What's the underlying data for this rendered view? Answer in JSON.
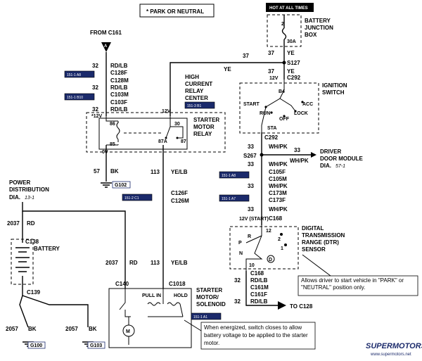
{
  "header": {
    "park_neutral": "* PARK OR NEUTRAL",
    "hot_at_all_times": "HOT AT ALL TIMES",
    "from_c161": "FROM C161",
    "connector_a_top": "A",
    "connector_a_bottom": "A"
  },
  "components": {
    "battery_junction_box": [
      "BATTERY",
      "JUNCTION",
      "BOX"
    ],
    "bjb_fuse_pin": "2",
    "bjb_fuse_rating": "30A",
    "high_current_relay_center": [
      "HIGH",
      "CURRENT",
      "RELAY",
      "CENTER"
    ],
    "starter_motor_relay": [
      "STARTER",
      "MOTOR",
      "RELAY"
    ],
    "ignition_switch": [
      "IGNITION",
      "SWITCH"
    ],
    "driver_door_module": [
      "DRIVER",
      "DOOR MODULE"
    ],
    "driver_door_module_dia": "DIA.",
    "driver_door_module_ref": "57-1",
    "dtr_sensor": [
      "DIGITAL",
      "TRANSMISSION",
      "RANGE (DTR)",
      "SENSOR"
    ],
    "power_distribution": [
      "POWER",
      "DISTRIBUTION"
    ],
    "power_distribution_dia": "DIA.",
    "power_distribution_ref": "13-1",
    "battery": "BATTERY",
    "starter_solenoid": [
      "STARTER",
      "MOTOR/",
      "SOLENOID"
    ],
    "to_c128": "TO C128"
  },
  "relay_pins": {
    "p86": "86",
    "p85": "85",
    "p30": "30",
    "p87a": "87A",
    "p87": "87",
    "relay_12v": "12V",
    "relay_0v": "0V",
    "relay_12v_top": "*12V"
  },
  "ignition": {
    "b4": "B4",
    "start": "START",
    "run": "RUN",
    "acc": "ACC",
    "lock": "LOCK",
    "off": "OFF",
    "sta": "STA",
    "v12": "12V",
    "start12": "12V (START)"
  },
  "dtr": {
    "p12": "12",
    "p10": "10",
    "p": "P",
    "r": "R",
    "n": "N",
    "d": "D",
    "v2": "2",
    "v1": "1"
  },
  "solenoid": {
    "pull_in": "PULL IN",
    "hold": "HOLD",
    "motor": "M"
  },
  "wires": {
    "w37_ye_top": {
      "circuit": "37",
      "color": "YE"
    },
    "w37_ye_horizontal": {
      "circuit": "37",
      "color": "YE"
    },
    "w37_ye_right": {
      "circuit": "37",
      "color": "YE"
    },
    "w32_a": {
      "circuit": "32",
      "color": "RD/LB"
    },
    "w32_b": {
      "circuit": "32",
      "color": "RD/LB"
    },
    "w32_c": {
      "circuit": "32",
      "color": "RD/LB"
    },
    "w57": {
      "circuit": "57",
      "color": "BK"
    },
    "w113_top": {
      "circuit": "113",
      "color": "YE/LB"
    },
    "w113_bottom": {
      "circuit": "113",
      "color": "YE/LB"
    },
    "w33_a": {
      "circuit": "33",
      "color": "WH/PK"
    },
    "w33_b": {
      "circuit": "33",
      "color": "WH/PK"
    },
    "w33_c": {
      "circuit": "33",
      "color": "WH/PK"
    },
    "w33_d": {
      "circuit": "33",
      "color": "WH/PK"
    },
    "w33_e": {
      "circuit": "33",
      "color": "WH/PK"
    },
    "w32_lower_a": {
      "circuit": "32",
      "color": "RD/LB"
    },
    "w32_lower_b": {
      "circuit": "32",
      "color": "RD/LB"
    },
    "w2037_rd_top": {
      "circuit": "2037",
      "color": "RD"
    },
    "w2037_rd_mid": {
      "circuit": "2037",
      "color": "RD"
    },
    "w2057_a": {
      "circuit": "2057",
      "color": "BK"
    },
    "w2057_b": {
      "circuit": "2057",
      "color": "BK"
    }
  },
  "connectors": {
    "c128f": "C128F",
    "c128m": "C128M",
    "c103m": "C103M",
    "c103f": "C103F",
    "s127": "S127",
    "c292_top": "C292",
    "c292_bottom": "C292",
    "s267": "S267",
    "c105f": "C105F",
    "c105m": "C105M",
    "c173m": "C173M",
    "c173f": "C173F",
    "c168_top": "C168",
    "c168_bottom": "C168",
    "c161m": "C161M",
    "c161f": "C161F",
    "c126f": "C126F",
    "c126m": "C126M",
    "c138": "C138",
    "c139": "C139",
    "c140": "C140",
    "c1018": "C1018",
    "c12v_label": "12V"
  },
  "grounds": {
    "g102": "G102",
    "g100": "G100",
    "g103": "G103"
  },
  "ref_tags": {
    "t1": "151-1 A8",
    "t2": "151-1 B10",
    "t3": "151-3 B1",
    "t4": "151-1 A8",
    "t5": "151-2 C1",
    "t6": "151-1 A7",
    "t7": "151-1 A1"
  },
  "notes": {
    "dtr_note": "Allows driver to start vehicle in \"PARK\" or \"NEUTRAL\" position only.",
    "solenoid_note": "When energized, switch closes to allow battery voltage to be applied to the starter motor."
  },
  "watermark": {
    "brand": "SUPERMOTORS",
    "url": "www.supermotors.net"
  }
}
